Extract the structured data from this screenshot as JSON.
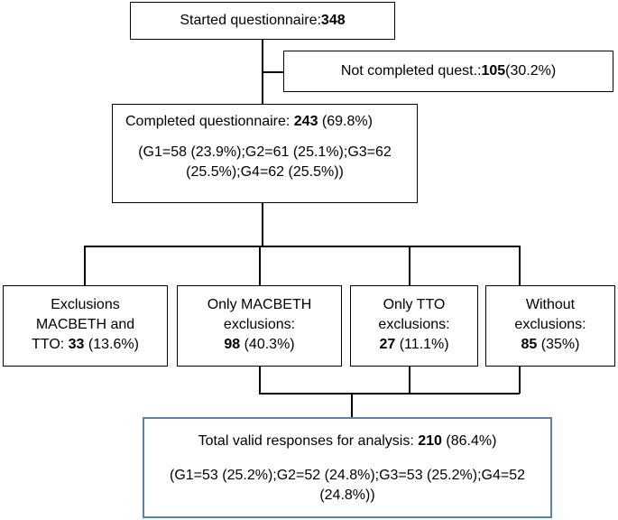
{
  "started": {
    "label": "Started questionnaire: ",
    "value": "348"
  },
  "not_completed": {
    "label": "Not completed quest.: ",
    "value": "105",
    "pct": " (30.2%)"
  },
  "completed": {
    "label": "Completed questionnaire: ",
    "value": "243",
    "pct": " (69.8%)",
    "groups": "(G1=58 (23.9%);G2=61 (25.1%);G3=62 (25.5%);G4=62 (25.5%))"
  },
  "exclusions_both": {
    "line1": "Exclusions",
    "line2": "MACBETH and",
    "line3_label": "TTO: ",
    "value": "33",
    "pct": " (13.6%)"
  },
  "exclusions_macbeth": {
    "line1": "Only MACBETH",
    "line2": "exclusions:",
    "value": "98",
    "pct": " (40.3%)"
  },
  "exclusions_tto": {
    "line1": "Only TTO",
    "line2": "exclusions:",
    "value": "27",
    "pct": " (11.1%)"
  },
  "without_exclusions": {
    "line1": "Without",
    "line2": "exclusions:",
    "value": "85",
    "pct": " (35%)"
  },
  "total_valid": {
    "label": "Total valid responses for analysis: ",
    "value": "210",
    "pct": " (86.4%)",
    "groups": "(G1=53 (25.2%);G2=52 (24.8%);G3=53 (25.2%);G4=52 (24.8%))"
  }
}
